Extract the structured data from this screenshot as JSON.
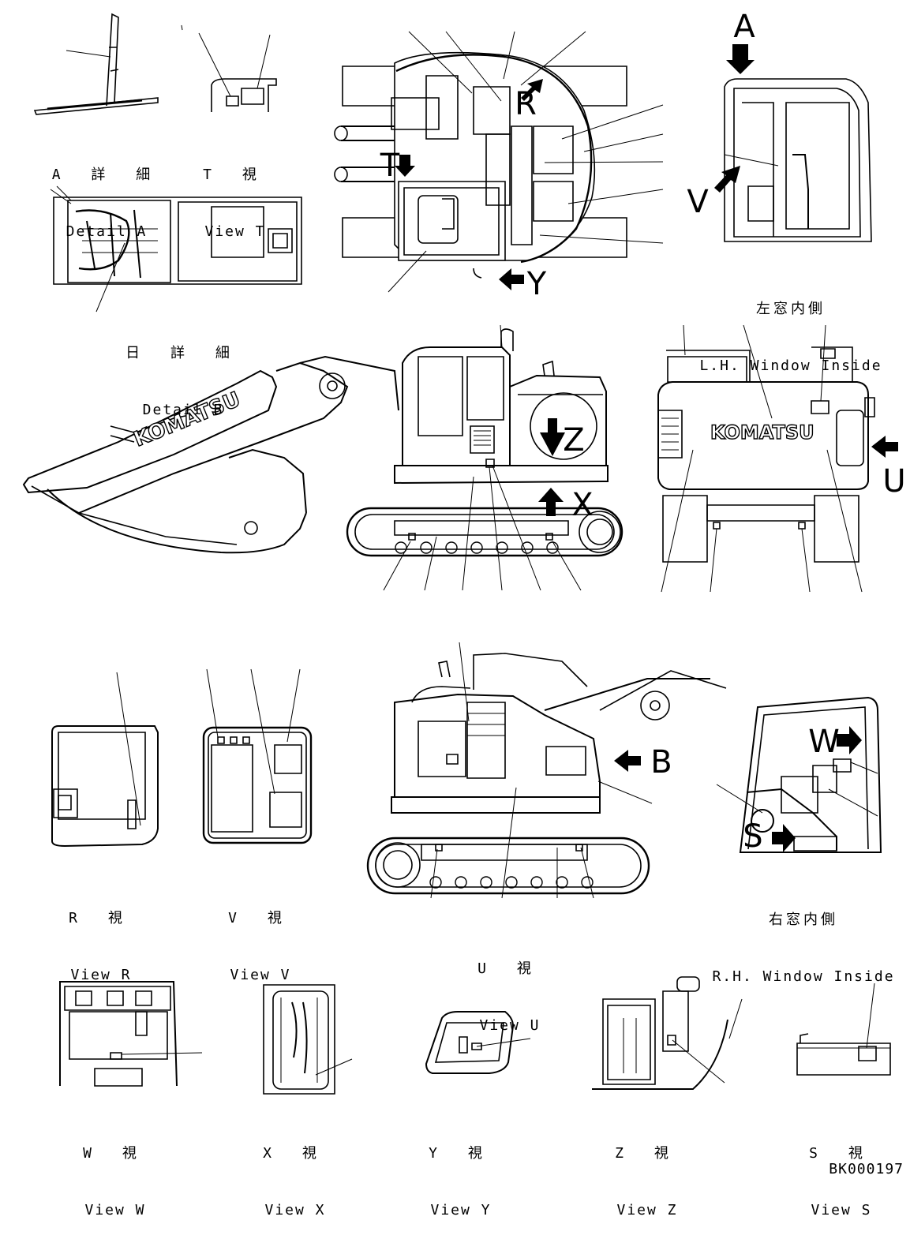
{
  "captions": {
    "detail_a": {
      "jp": "A 詳 細",
      "en": "Detail A"
    },
    "view_t": {
      "jp": "T 視",
      "en": "View T"
    },
    "detail_b": {
      "jp": "日 詳 細",
      "en": "Detail B"
    },
    "lh_window": {
      "jp": "左窓内側",
      "en": "L.H. Window Inside"
    },
    "view_r": {
      "jp": "R 視",
      "en": "View R"
    },
    "view_v": {
      "jp": "V 視",
      "en": "View V"
    },
    "view_u": {
      "jp": "U 視",
      "en": "View U"
    },
    "rh_window": {
      "jp": "右窓内側",
      "en": "R.H. Window Inside"
    },
    "view_w": {
      "jp": "W 視",
      "en": "View W"
    },
    "view_x": {
      "jp": "X 視",
      "en": "View X"
    },
    "view_y": {
      "jp": "Y 視",
      "en": "View Y"
    },
    "view_z": {
      "jp": "Z 視",
      "en": "View Z"
    },
    "view_s": {
      "jp": "S 視",
      "en": "View S"
    }
  },
  "view_letters": {
    "a": "A",
    "t": "T",
    "r": "R",
    "v": "V",
    "y": "Y",
    "z": "Z",
    "x": "X",
    "u": "U",
    "b": "B",
    "w": "W",
    "s": "S"
  },
  "brand": "KOMATSU",
  "drawing_code": "BK000197",
  "colors": {
    "line": "#000000",
    "paper": "#ffffff"
  }
}
